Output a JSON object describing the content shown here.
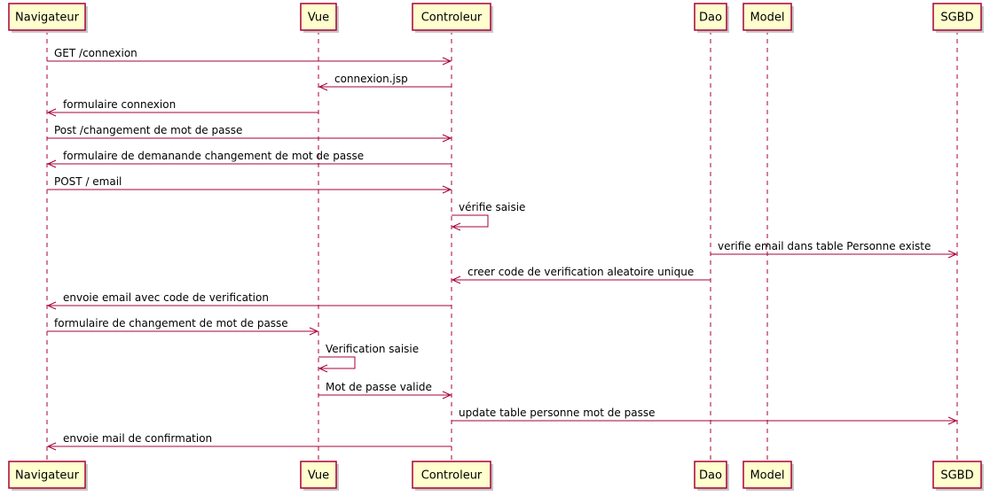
{
  "colors": {
    "participant_fill": "#FEFECE",
    "participant_border": "#A80036",
    "lifeline": "#A80036",
    "arrow": "#A80036",
    "shadow": "#C8C8C8"
  },
  "participants": [
    {
      "id": "navigateur",
      "label": "Navigateur"
    },
    {
      "id": "vue",
      "label": "Vue"
    },
    {
      "id": "controleur",
      "label": "Controleur"
    },
    {
      "id": "dao",
      "label": "Dao"
    },
    {
      "id": "model",
      "label": "Model"
    },
    {
      "id": "sgbd",
      "label": "SGBD"
    }
  ],
  "messages": [
    {
      "from": "navigateur",
      "to": "controleur",
      "label": "GET /connexion"
    },
    {
      "from": "controleur",
      "to": "vue",
      "label": "connexion.jsp"
    },
    {
      "from": "vue",
      "to": "navigateur",
      "label": "formulaire connexion"
    },
    {
      "from": "navigateur",
      "to": "controleur",
      "label": "Post /changement de mot de passe"
    },
    {
      "from": "controleur",
      "to": "navigateur",
      "label": "formulaire de demanande changement de mot de passe"
    },
    {
      "from": "navigateur",
      "to": "controleur",
      "label": "POST / email"
    },
    {
      "from": "controleur",
      "to": "controleur",
      "label": "vérifie saisie"
    },
    {
      "from": "dao",
      "to": "sgbd",
      "label": "verifie email dans table Personne existe"
    },
    {
      "from": "dao",
      "to": "controleur",
      "label": "creer code de verification aleatoire unique"
    },
    {
      "from": "controleur",
      "to": "navigateur",
      "label": "envoie email avec code de verification"
    },
    {
      "from": "navigateur",
      "to": "vue",
      "label": "formulaire de changement de mot de passe"
    },
    {
      "from": "vue",
      "to": "vue",
      "label": "Verification saisie"
    },
    {
      "from": "vue",
      "to": "controleur",
      "label": "Mot de passe valide"
    },
    {
      "from": "controleur",
      "to": "sgbd",
      "label": "update table personne mot de passe"
    },
    {
      "from": "controleur",
      "to": "navigateur",
      "label": "envoie mail de confirmation"
    }
  ]
}
